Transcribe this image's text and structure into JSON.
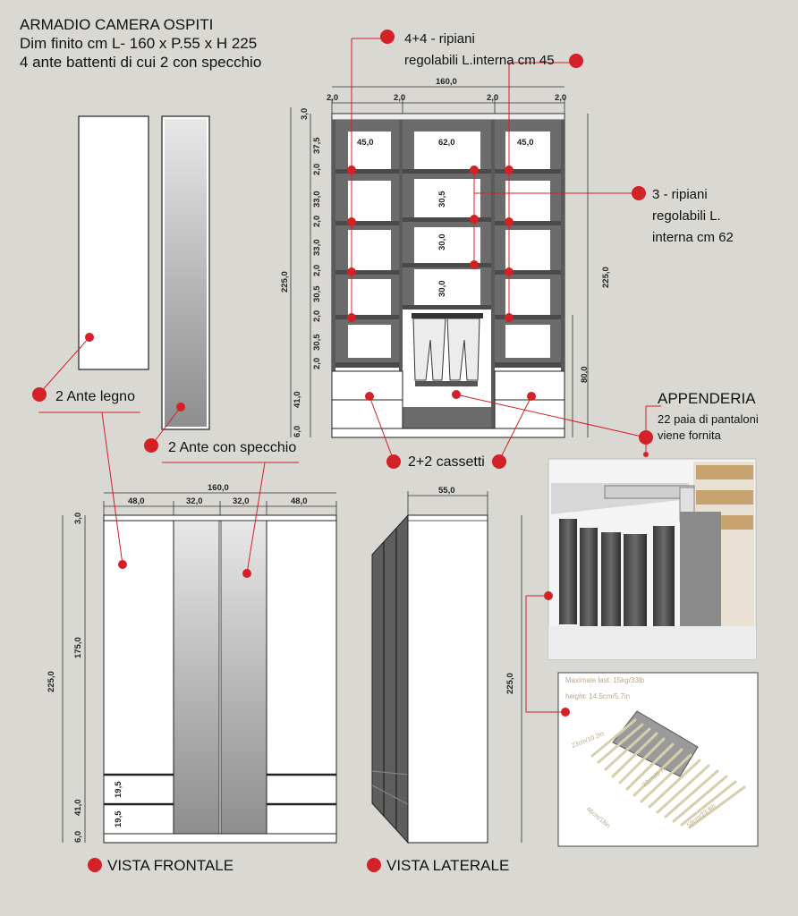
{
  "header": {
    "title": "ARMADIO CAMERA OSPITI",
    "dims": "Dim finito  cm L- 160 x P.55 x H 225",
    "doors": "4 ante battenti di cui 2 con specchio"
  },
  "callouts": {
    "shelves_45_line1": "4+4 - ripiani",
    "shelves_45_line2": "regolabili L.interna cm 45",
    "shelves_62_line1": "3 - ripiani",
    "shelves_62_line2": "regolabili L.",
    "shelves_62_line3": "interna cm 62",
    "appenderia_title": "APPENDERIA",
    "appenderia_line1": "22 paia di pantaloni",
    "appenderia_line2": "viene fornita",
    "drawers": "2+2 cassetti",
    "ante_legno": "2 Ante legno",
    "ante_specchio": "2 Ante con specchio"
  },
  "views": {
    "frontal": "VISTA FRONTALE",
    "lateral": "VISTA LATERALE"
  },
  "interior_dims": {
    "total_width": "160,0",
    "side": "2,0",
    "col_left": "45,0",
    "col_mid": "62,0",
    "col_right": "45,0",
    "top": "3,0",
    "r1": "37,5",
    "s": "2,0",
    "r2": "33,0",
    "r3": "33,0",
    "r4": "30,5",
    "r5": "30,5",
    "drawers_h": "41,0",
    "base": "6,0",
    "height": "225,0",
    "mid_a": "30,5",
    "mid_b": "30,0",
    "mid_c": "30,0",
    "hanging": "80,0"
  },
  "front_dims": {
    "total_width": "160,0",
    "w1": "48,0",
    "w2": "32,0",
    "w3": "32,0",
    "w4": "48,0",
    "top": "3,0",
    "door_h": "175,0",
    "drawers_h": "41,0",
    "base": "6,0",
    "height": "225,0",
    "drawer1": "19,5",
    "drawer2": "19,5"
  },
  "side_dims": {
    "depth": "55,0",
    "height": "225,0"
  },
  "product_photo": {
    "spec1": "Maximale last: 15kg/33lb",
    "spec2": "height: 14.5cm/5.7in",
    "dim_a": "23cm/10.2in",
    "dim_b": "46cm/18in",
    "dim_c": "59cm/23.4in",
    "dim_d": "22cm/8.7in"
  },
  "colors": {
    "accent": "#d42027",
    "background": "#d9d8d3",
    "panel": "#666666",
    "shelf": "#4f4f4f",
    "mirror": "#a7a7a7"
  }
}
